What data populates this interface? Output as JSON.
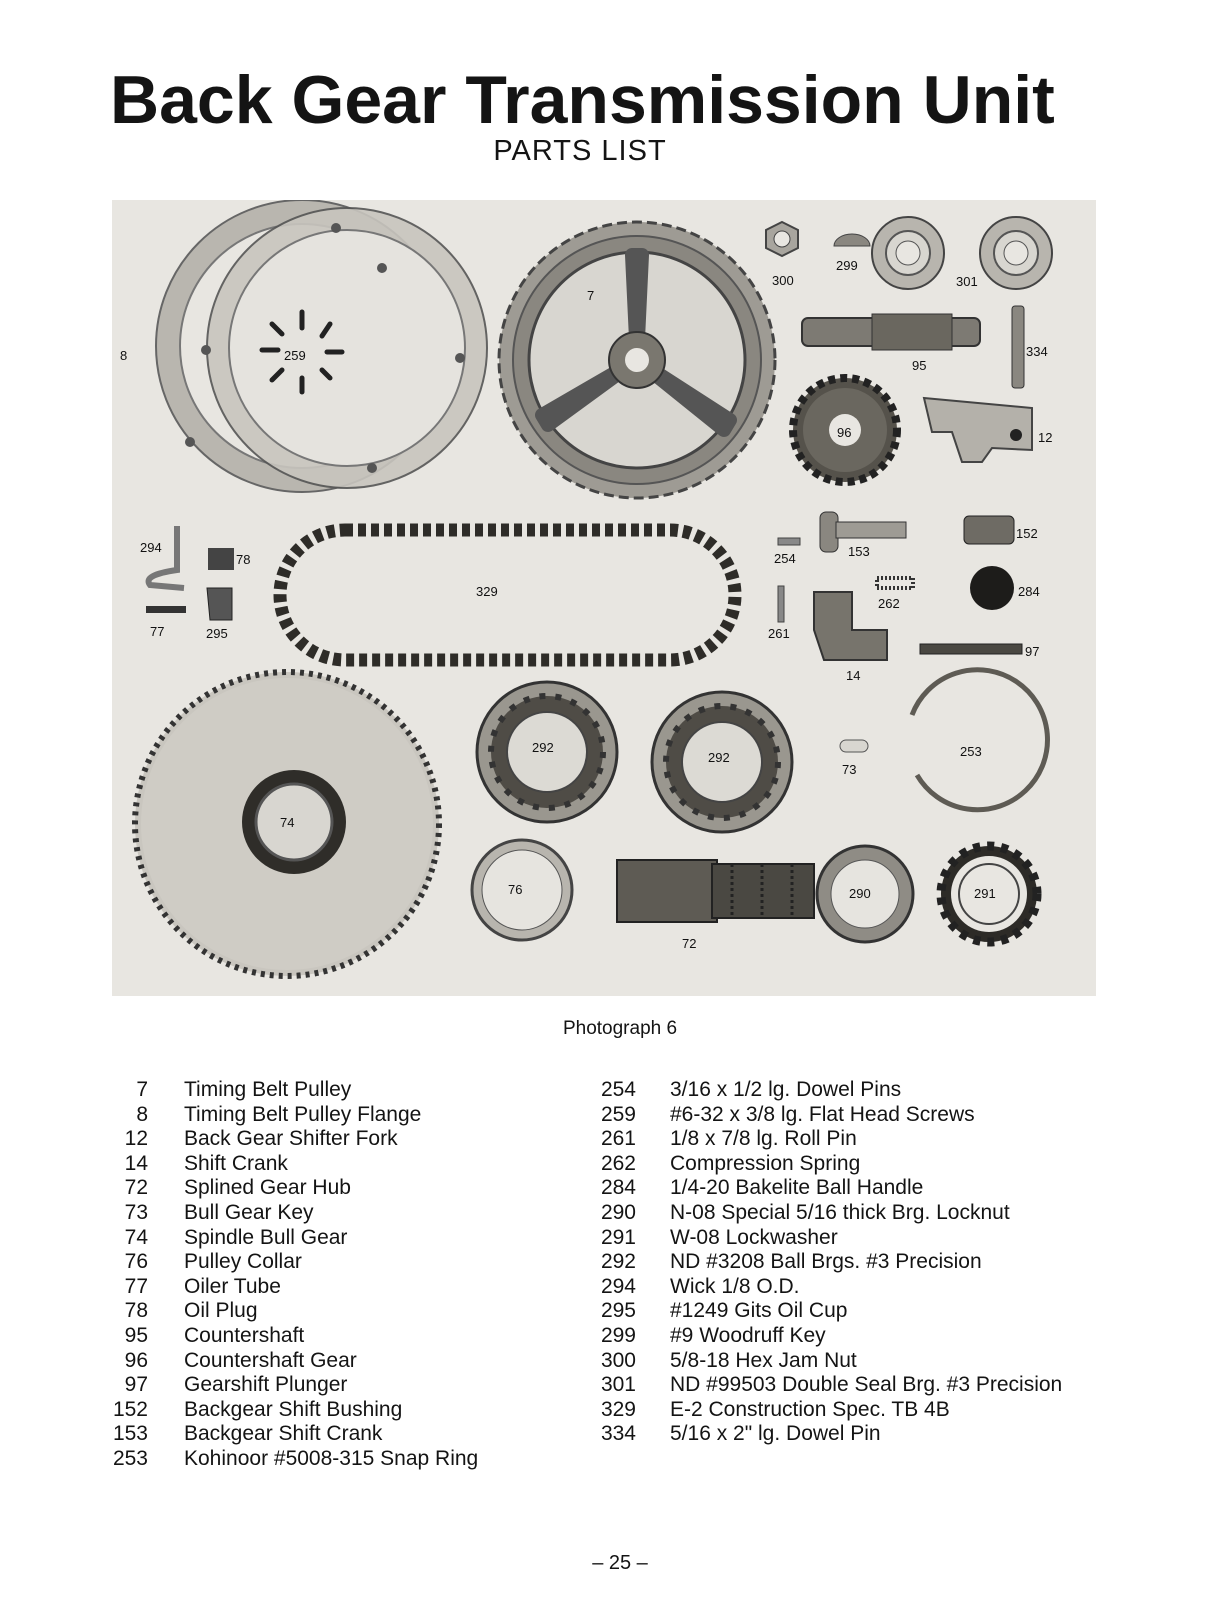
{
  "header": {
    "title": "Back Gear Transmission Unit",
    "subtitle": "PARTS LIST"
  },
  "photo": {
    "caption": "Photograph 6",
    "labels": {
      "p7": "7",
      "p8": "8",
      "p12": "12",
      "p14": "14",
      "p72": "72",
      "p73": "73",
      "p74": "74",
      "p76": "76",
      "p77": "77",
      "p78": "78",
      "p95": "95",
      "p96": "96",
      "p97": "97",
      "p152": "152",
      "p153": "153",
      "p253": "253",
      "p254": "254",
      "p259": "259",
      "p261": "261",
      "p262": "262",
      "p284": "284",
      "p290": "290",
      "p291": "291",
      "p292a": "292",
      "p292b": "292",
      "p294": "294",
      "p295": "295",
      "p299": "299",
      "p300": "300",
      "p301": "301",
      "p329": "329",
      "p334": "334"
    }
  },
  "parts_left": [
    {
      "num": "7",
      "desc": "Timing Belt Pulley"
    },
    {
      "num": "8",
      "desc": "Timing Belt Pulley Flange"
    },
    {
      "num": "12",
      "desc": "Back Gear Shifter Fork"
    },
    {
      "num": "14",
      "desc": "Shift Crank"
    },
    {
      "num": "72",
      "desc": "Splined Gear Hub"
    },
    {
      "num": "73",
      "desc": "Bull Gear Key"
    },
    {
      "num": "74",
      "desc": "Spindle Bull Gear"
    },
    {
      "num": "76",
      "desc": "Pulley Collar"
    },
    {
      "num": "77",
      "desc": "Oiler Tube"
    },
    {
      "num": "78",
      "desc": "Oil Plug"
    },
    {
      "num": "95",
      "desc": "Countershaft"
    },
    {
      "num": "96",
      "desc": "Countershaft Gear"
    },
    {
      "num": "97",
      "desc": "Gearshift Plunger"
    },
    {
      "num": "152",
      "desc": "Backgear Shift Bushing"
    },
    {
      "num": "153",
      "desc": "Backgear Shift Crank"
    },
    {
      "num": "253",
      "desc": "Kohinoor #5008-315 Snap Ring"
    }
  ],
  "parts_right": [
    {
      "num": "254",
      "desc": "3/16 x 1/2 lg. Dowel Pins"
    },
    {
      "num": "259",
      "desc": "#6-32 x 3/8 lg. Flat Head Screws"
    },
    {
      "num": "261",
      "desc": "1/8 x 7/8 lg. Roll Pin"
    },
    {
      "num": "262",
      "desc": "Compression Spring"
    },
    {
      "num": "284",
      "desc": "1/4-20 Bakelite Ball Handle"
    },
    {
      "num": "290",
      "desc": "N-08 Special 5/16 thick Brg. Locknut"
    },
    {
      "num": "291",
      "desc": "W-08 Lockwasher"
    },
    {
      "num": "292",
      "desc": "ND #3208 Ball Brgs. #3 Precision"
    },
    {
      "num": "294",
      "desc": "Wick 1/8 O.D."
    },
    {
      "num": "295",
      "desc": "#1249 Gits Oil Cup"
    },
    {
      "num": "299",
      "desc": "#9 Woodruff Key"
    },
    {
      "num": "300",
      "desc": "5/8-18 Hex Jam Nut"
    },
    {
      "num": "301",
      "desc": "ND #99503 Double Seal Brg. #3 Precision"
    },
    {
      "num": "329",
      "desc": "E-2 Construction Spec. TB 4B"
    },
    {
      "num": "334",
      "desc": "5/16 x 2\" lg. Dowel Pin"
    }
  ],
  "footer": {
    "page_number": "– 25 –"
  }
}
